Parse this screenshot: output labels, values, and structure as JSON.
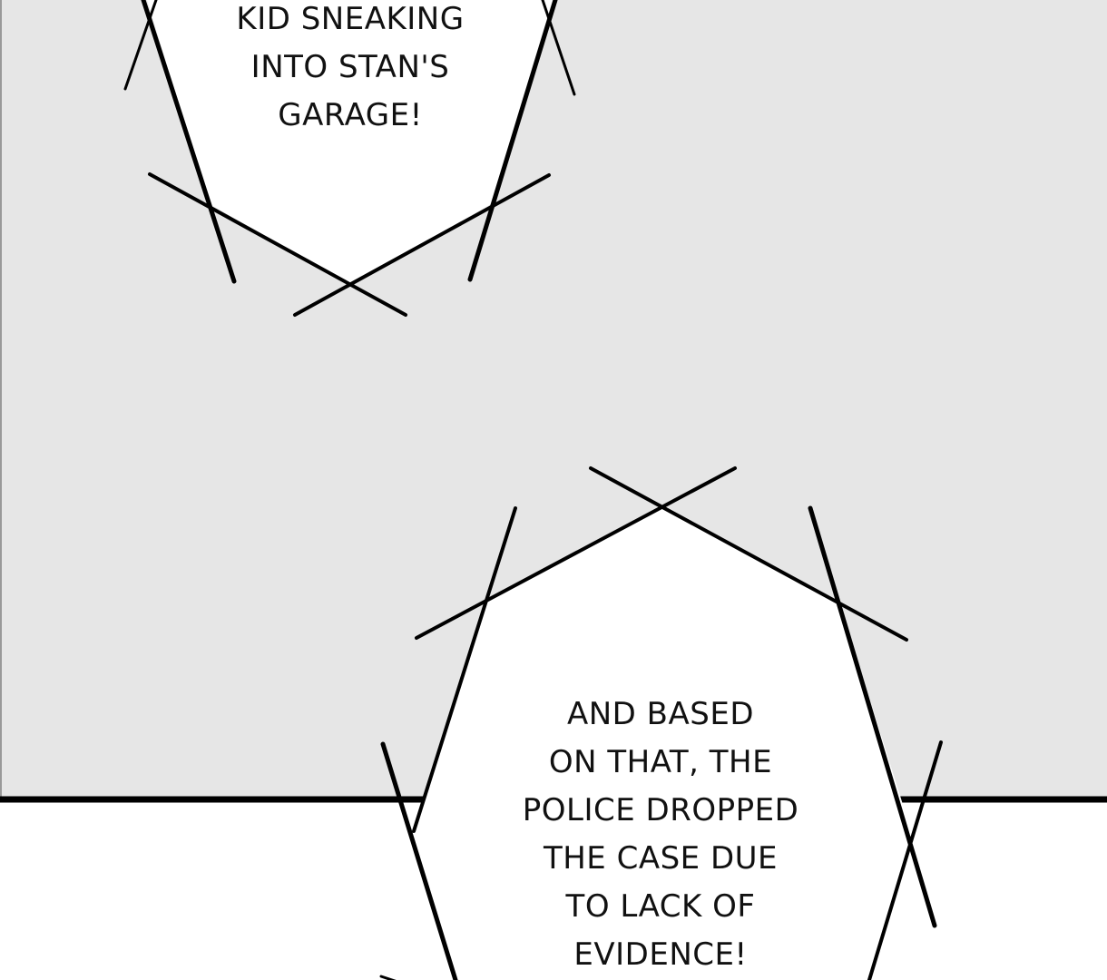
{
  "panel": {
    "background_color": "#e6e6e6",
    "lower_background_color": "#ffffff"
  },
  "bubble_top": {
    "lines": [
      "KID SNEAKING",
      "INTO STAN'S",
      "GARAGE!"
    ]
  },
  "bubble_bottom": {
    "lines": [
      "AND BASED",
      "ON THAT, THE",
      "POLICE DROPPED",
      "THE CASE DUE",
      "TO LACK OF",
      "EVIDENCE!"
    ]
  }
}
